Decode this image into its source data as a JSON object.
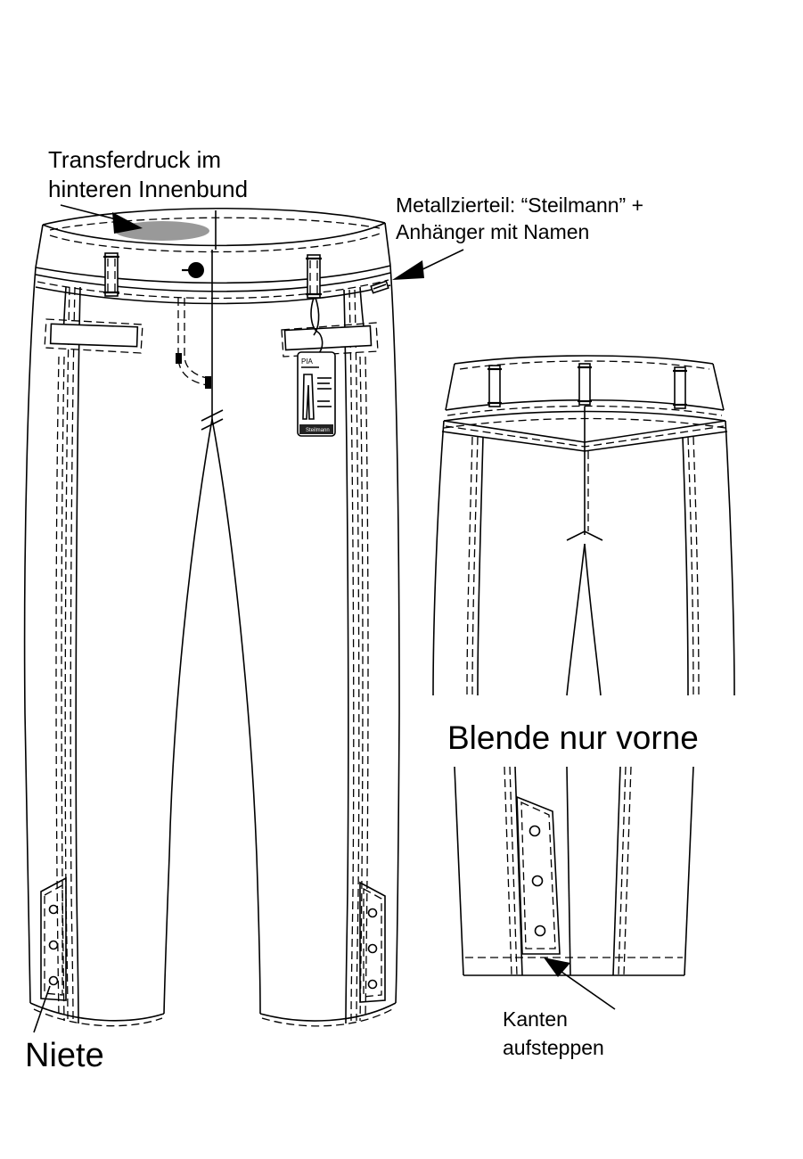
{
  "annotations": {
    "transfer_print_line1": "Transferdruck im",
    "transfer_print_line2": "hinteren Innenbund",
    "metal_trim_line1": "Metallzierteil: “Steilmann” +",
    "metal_trim_line2": "Anhänger mit Namen",
    "facing_front_only": "Blende nur vorne",
    "edge_topstitch_line1": "Kanten",
    "edge_topstitch_line2": "aufsteppen",
    "rivet": "Niete"
  },
  "hang_tag": {
    "name": "PIA",
    "brand": "Steilmann"
  },
  "colors": {
    "line": "#000000",
    "background": "#ffffff",
    "transfer_print_patch": "#999999"
  }
}
